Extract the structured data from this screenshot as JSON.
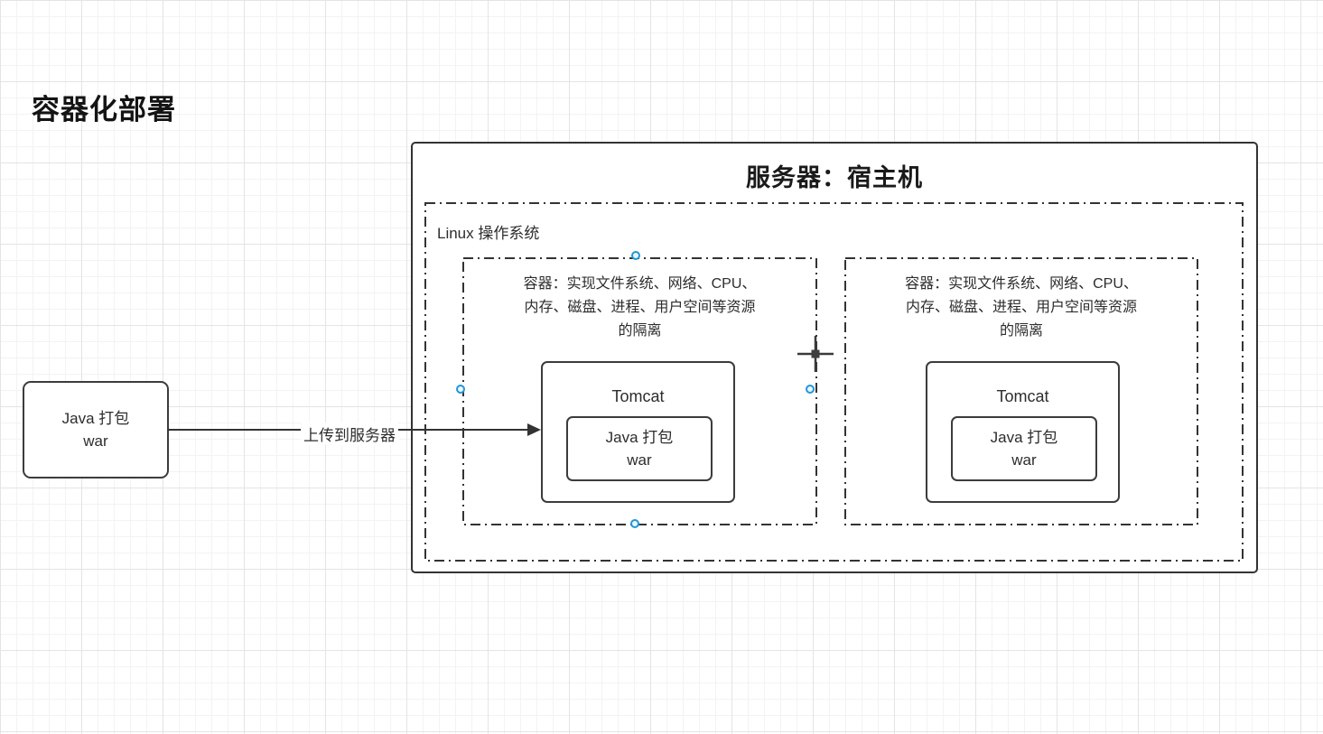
{
  "page": {
    "title": "容器化部署"
  },
  "source_node": {
    "label_line1": "Java 打包",
    "label_line2": "war"
  },
  "edge": {
    "label": "上传到服务器"
  },
  "server": {
    "title": "服务器：宿主机",
    "os_label": "Linux 操作系统",
    "containers": [
      {
        "desc_line1": "容器：实现文件系统、网络、CPU、",
        "desc_line2": "内存、磁盘、进程、用户空间等资源",
        "desc_line3": "的隔离",
        "tomcat_label": "Tomcat",
        "war_line1": "Java 打包",
        "war_line2": "war"
      },
      {
        "desc_line1": "容器：实现文件系统、网络、CPU、",
        "desc_line2": "内存、磁盘、进程、用户空间等资源",
        "desc_line3": "的隔离",
        "tomcat_label": "Tomcat",
        "war_line1": "Java 打包",
        "war_line2": "war"
      }
    ]
  },
  "colors": {
    "stroke": "#333333",
    "text": "#2d2d2d",
    "selection_handle": "#2196d9",
    "grid_fine": "#f3f3f3",
    "grid_major": "#e4e4e4"
  }
}
